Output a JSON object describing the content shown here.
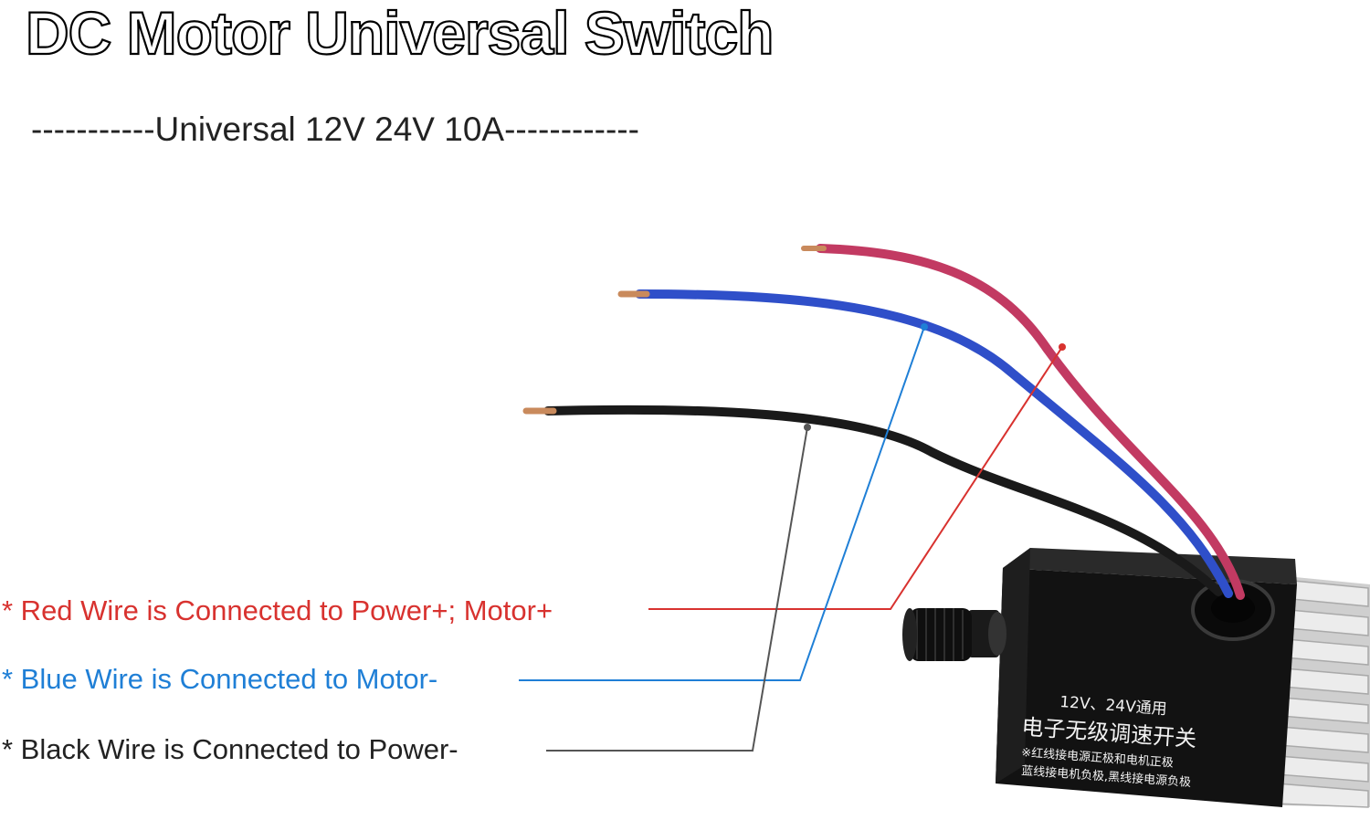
{
  "title": "DC Motor Universal Switch",
  "subtitle": "-----------Universal 12V 24V 10A------------",
  "labels": {
    "red": "* Red Wire is Connected to Power+; Motor+",
    "blue": "* Blue Wire is Connected to Motor-",
    "black": "* Black Wire is Connected to Power-"
  },
  "device": {
    "line1": "12V、24V通用",
    "line2": "电子无级调速开关",
    "line3": "※红线接电源正极和电机正极",
    "line4": "蓝线接电机负极,黑线接电源负极"
  },
  "colors": {
    "red_wire": "#c23a62",
    "blue_wire": "#2f4fc9",
    "black_wire": "#1a1a1a",
    "red_label": "#d8322f",
    "blue_label": "#1f7fd6",
    "black_label": "#222222",
    "device_body": "#121212",
    "heatsink": "#d9d9d9"
  }
}
